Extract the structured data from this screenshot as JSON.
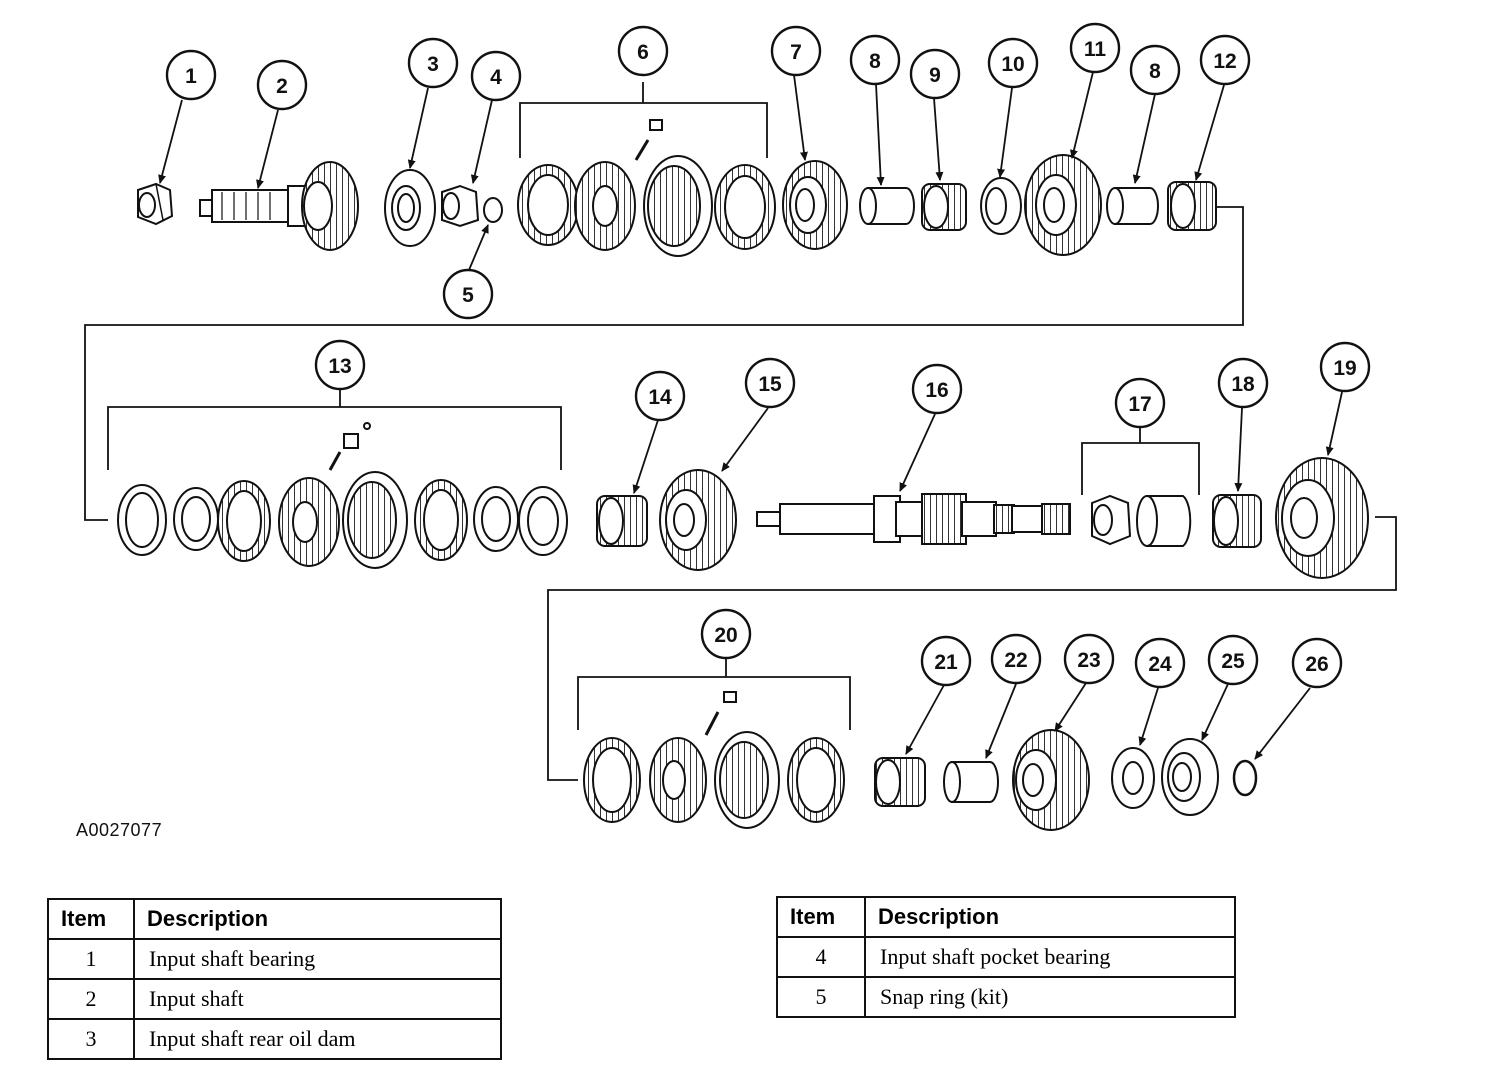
{
  "figure_id": "A0027077",
  "callouts": {
    "c1": "1",
    "c2": "2",
    "c3": "3",
    "c4": "4",
    "c5": "5",
    "c6": "6",
    "c7": "7",
    "c8a": "8",
    "c8b": "8",
    "c9": "9",
    "c10": "10",
    "c11": "11",
    "c12": "12",
    "c13": "13",
    "c14": "14",
    "c15": "15",
    "c16": "16",
    "c17": "17",
    "c18": "18",
    "c19": "19",
    "c20": "20",
    "c21": "21",
    "c22": "22",
    "c23": "23",
    "c24": "24",
    "c25": "25",
    "c26": "26"
  },
  "table_left": {
    "header_item": "Item",
    "header_desc": "Description",
    "rows": [
      {
        "item": "1",
        "desc": "Input shaft bearing"
      },
      {
        "item": "2",
        "desc": "Input shaft"
      },
      {
        "item": "3",
        "desc": "Input shaft rear oil dam"
      }
    ]
  },
  "table_right": {
    "header_item": "Item",
    "header_desc": "Description",
    "rows": [
      {
        "item": "4",
        "desc": "Input shaft pocket bearing"
      },
      {
        "item": "5",
        "desc": "Snap ring (kit)"
      }
    ]
  }
}
